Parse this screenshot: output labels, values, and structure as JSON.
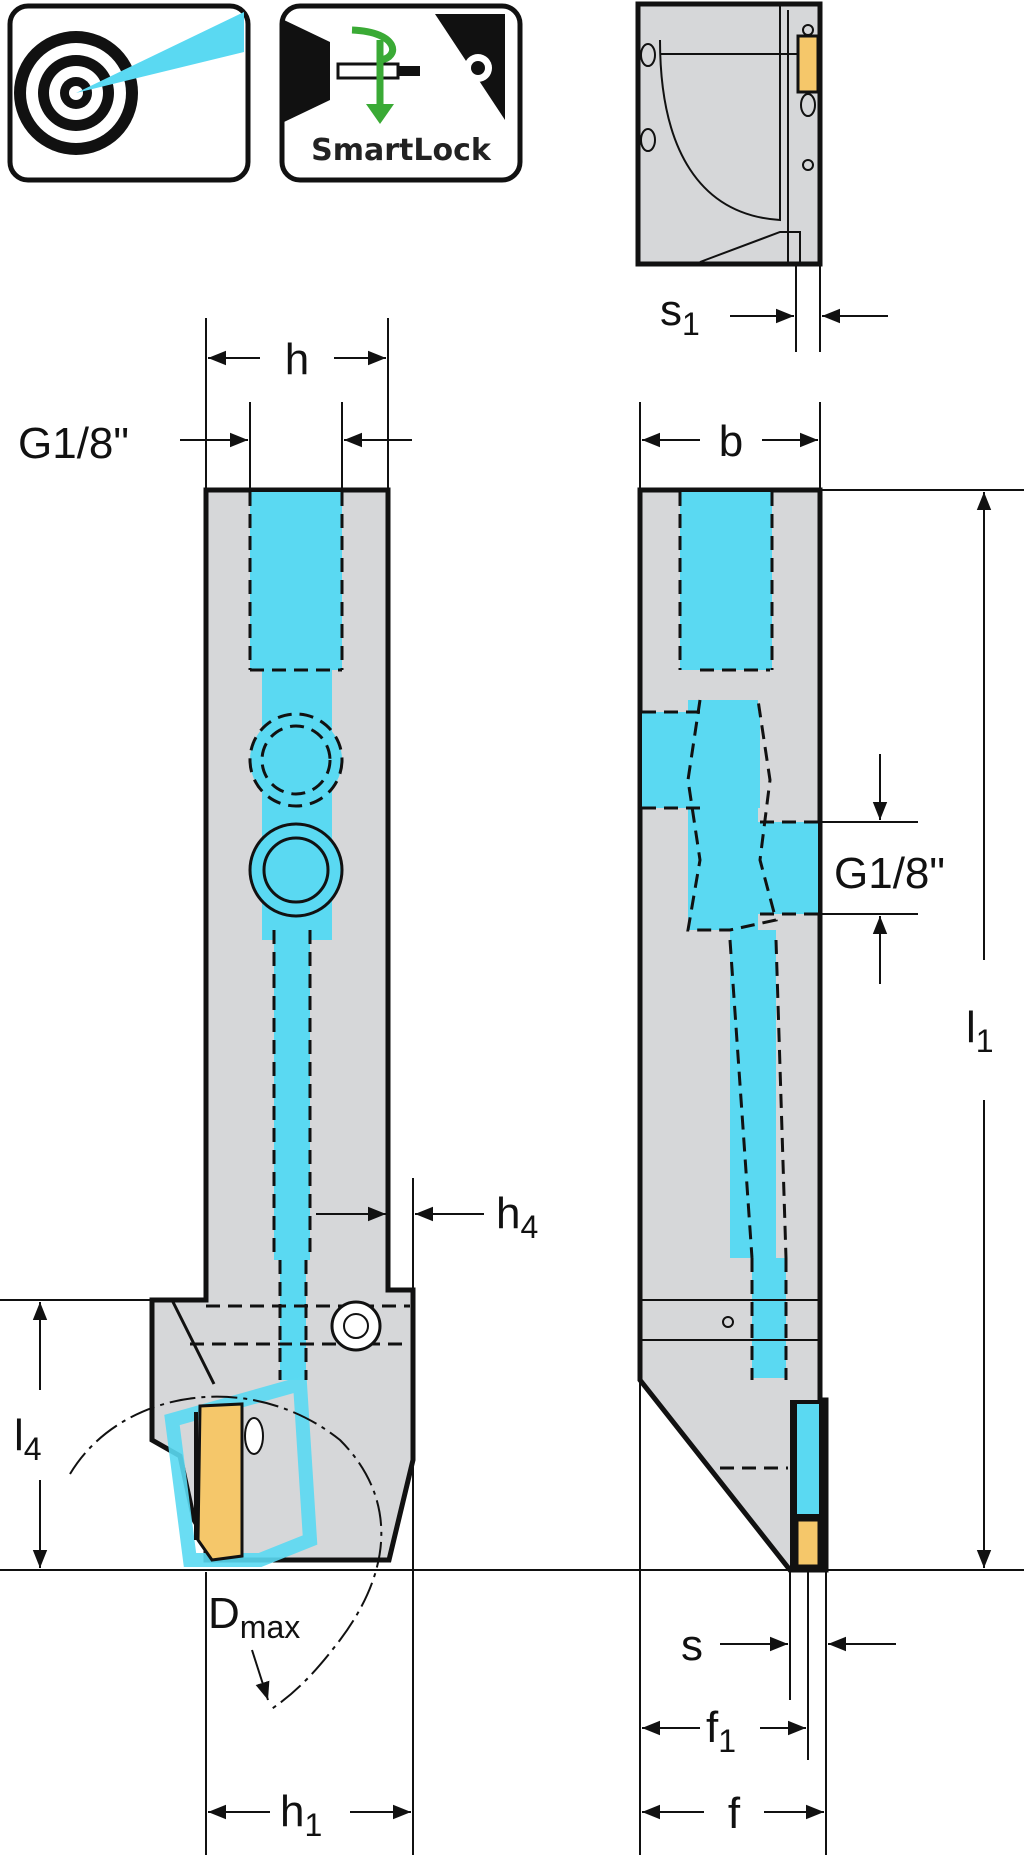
{
  "icons": {
    "coolant": "coolant-through-tool-icon",
    "smartlock_label": "SmartLock"
  },
  "dimensions": {
    "h": "h",
    "g18_top": "G1/8\"",
    "g18_side": "G1/8\"",
    "b": "b",
    "s1_main": "s",
    "s1_sub": "1",
    "l1_main": "l",
    "l1_sub": "1",
    "h4_main": "h",
    "h4_sub": "4",
    "l4_main": "l",
    "l4_sub": "4",
    "dmax_main": "D",
    "dmax_sub": "max",
    "s": "s",
    "f1_main": "f",
    "f1_sub": "1",
    "h1_main": "h",
    "h1_sub": "1",
    "f": "f"
  },
  "colors": {
    "body": "#d6d7d9",
    "coolant": "#5ad9f2",
    "insert": "#f5c76a",
    "arrow_green": "#3aaa35",
    "outline": "#111111"
  }
}
